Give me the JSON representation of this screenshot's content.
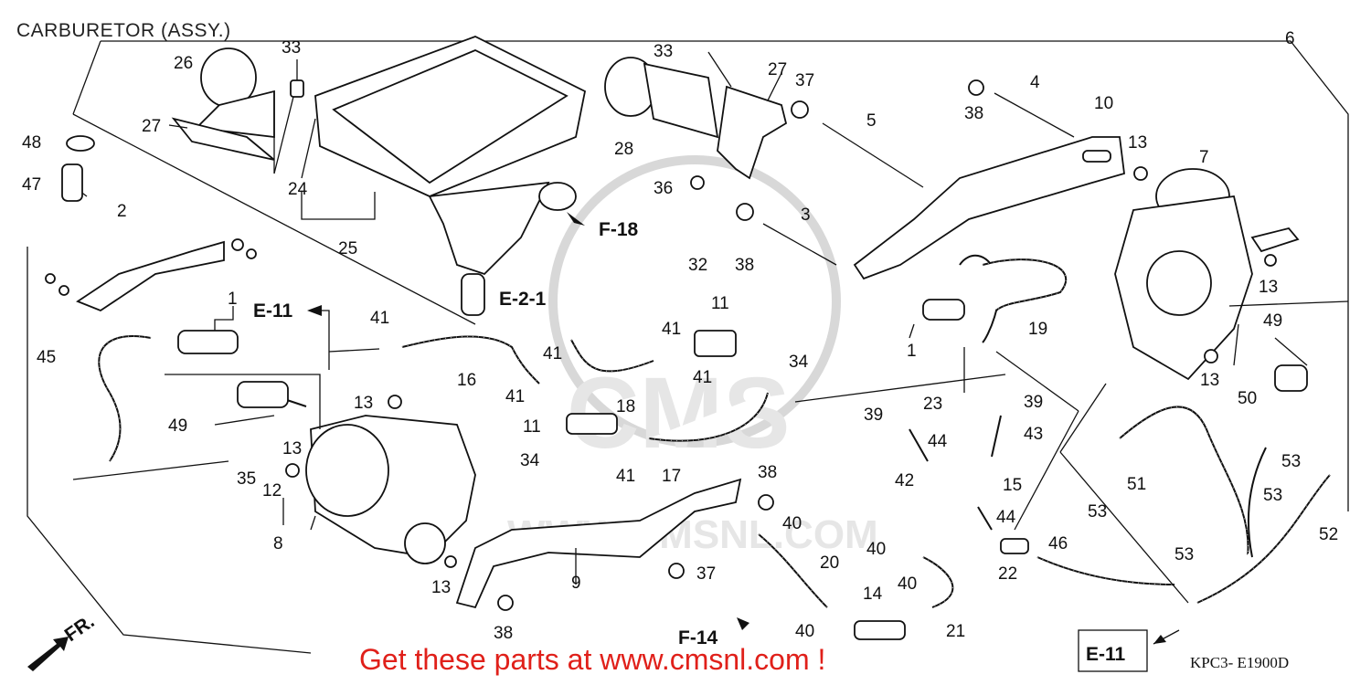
{
  "title": "CARBURETOR (ASSY.)",
  "promo": "Get these parts at www.cmsnl.com !",
  "diagram_code": "KPC3- E1900D",
  "watermark": {
    "brand": "CMS",
    "url": "WWW.CMSNL.COM"
  },
  "colors": {
    "promo": "#e0201a",
    "line": "#111111",
    "watermark": "#d8d8d8"
  },
  "references": {
    "E11": "E-11",
    "E21": "E-2-1",
    "F18": "F-18",
    "F14": "F-14",
    "fr": "FR."
  },
  "callouts": {
    "c1": "1",
    "c2": "2",
    "c3": "3",
    "c4": "4",
    "c5": "5",
    "c6": "6",
    "c7": "7",
    "c8": "8",
    "c9": "9",
    "c10": "10",
    "c11": "11",
    "c12": "12",
    "c13": "13",
    "c14": "14",
    "c15": "15",
    "c16": "16",
    "c17": "17",
    "c18": "18",
    "c19": "19",
    "c20": "20",
    "c21": "21",
    "c22": "22",
    "c23": "23",
    "c24": "24",
    "c25": "25",
    "c26": "26",
    "c27": "27",
    "c28": "28",
    "c32": "32",
    "c33": "33",
    "c34": "34",
    "c35": "35",
    "c36": "36",
    "c37": "37",
    "c38": "38",
    "c39": "39",
    "c40": "40",
    "c41": "41",
    "c42": "42",
    "c43": "43",
    "c44": "44",
    "c45": "45",
    "c46": "46",
    "c47": "47",
    "c48": "48",
    "c49": "49",
    "c50": "50",
    "c51": "51",
    "c52": "52",
    "c53": "53"
  }
}
